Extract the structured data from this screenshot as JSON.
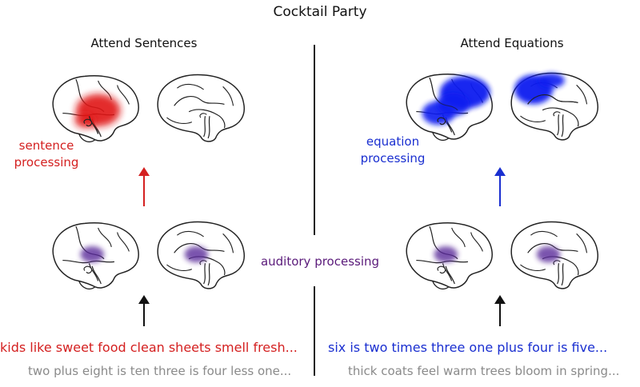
{
  "title": "Cocktail Party",
  "left": {
    "heading": "Attend Sentences",
    "region_label_line1": "sentence",
    "region_label_line2": "processing",
    "stimulus_attended": "kids like sweet food clean sheets smell fresh...",
    "stimulus_ignored": "two plus eight is ten three is four less one..."
  },
  "right": {
    "heading": "Attend Equations",
    "region_label_line1": "equation",
    "region_label_line2": "processing",
    "stimulus_attended": "six is two times three one plus four is five...",
    "stimulus_ignored": "thick coats feel warm trees bloom in spring..."
  },
  "shared": {
    "auditory_label": "auditory processing"
  },
  "colors": {
    "sentence": "#d42020",
    "equation": "#1a2fd0",
    "auditory": "#5a1a7a",
    "ignored_text": "#8a8a8a"
  }
}
